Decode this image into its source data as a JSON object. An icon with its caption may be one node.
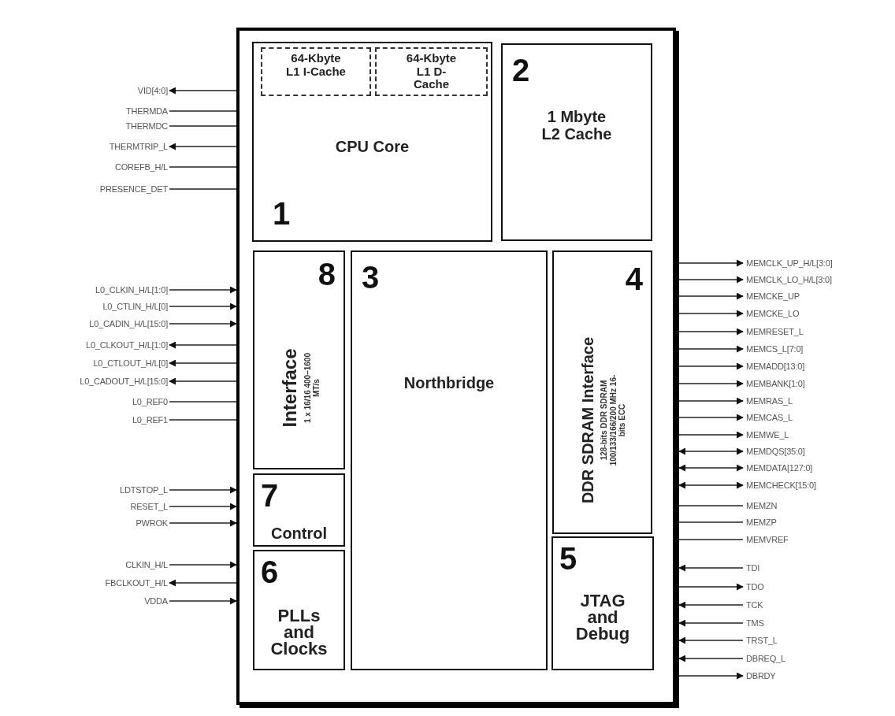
{
  "diagram": {
    "nodes": [
      {
        "text": [],
        "shape": "box"
      },
      {
        "text": [
          "1",
          "CPU Core"
        ],
        "in": 0
      },
      {
        "text": [
          "64-Kbyte L1 I-Cache"
        ],
        "in": 1
      },
      {
        "text": [
          "64-Kbyte L1 D-Cache"
        ],
        "in": 1
      },
      {
        "text": [
          "2",
          "1 Mbyte L2 Cache"
        ],
        "in": 0
      },
      {
        "text": [
          "8",
          "Interface",
          "1 x 16/16 400–1600 MT/s"
        ],
        "in": 0
      },
      {
        "text": [
          "3",
          "Northbridge"
        ],
        "in": 0
      },
      {
        "text": [
          "4",
          "DDR SDRAM Interface",
          "128-bits DDR SDRAM 100/133/166/200 MHz 16-bits ECC"
        ],
        "in": 0
      },
      {
        "text": [
          "7",
          "Control"
        ],
        "in": 0
      },
      {
        "text": [
          "6",
          "PLLs and Clocks"
        ],
        "in": 0
      },
      {
        "text": [
          "5",
          "JTAG and Debug"
        ],
        "in": 0
      },
      {
        "text": [
          "VID[4:0]"
        ]
      },
      {
        "text": [
          "THERMDA"
        ]
      },
      {
        "text": [
          "THERMDC"
        ]
      },
      {
        "text": [
          "THERMTRIP_L"
        ]
      },
      {
        "text": [
          "COREFB_H/L"
        ]
      },
      {
        "text": [
          "PRESENCE_DET"
        ]
      },
      {
        "text": [
          "L0_CLKIN_H/L[1:0]"
        ]
      },
      {
        "text": [
          "L0_CTLIN_H/L[0]"
        ]
      },
      {
        "text": [
          "L0_CADIN_H/L[15:0]"
        ]
      },
      {
        "text": [
          "L0_CLKOUT_H/L[1:0]"
        ]
      },
      {
        "text": [
          "L0_CTLOUT_H/L[0]"
        ]
      },
      {
        "text": [
          "L0_CADOUT_H/L[15:0]"
        ]
      },
      {
        "text": [
          "L0_REF0"
        ]
      },
      {
        "text": [
          "L0_REF1"
        ]
      },
      {
        "text": [
          "LDTSTOP_L"
        ]
      },
      {
        "text": [
          "RESET_L"
        ]
      },
      {
        "text": [
          "PWROK"
        ]
      },
      {
        "text": [
          "CLKIN_H/L"
        ]
      },
      {
        "text": [
          "FBCLKOUT_H/L"
        ]
      },
      {
        "text": [
          "VDDA"
        ]
      },
      {
        "text": [
          "MEMCLK_UP_H/L[3:0]"
        ]
      },
      {
        "text": [
          "MEMCLK_LO_H/L[3:0]"
        ]
      },
      {
        "text": [
          "MEMCKE_UP"
        ]
      },
      {
        "text": [
          "MEMCKE_LO"
        ]
      },
      {
        "text": [
          "MEMRESET_L"
        ]
      },
      {
        "text": [
          "MEMCS_L[7:0]"
        ]
      },
      {
        "text": [
          "MEMADD[13:0]"
        ]
      },
      {
        "text": [
          "MEMBANK[1:0]"
        ]
      },
      {
        "text": [
          "MEMRAS_L"
        ]
      },
      {
        "text": [
          "MEMCAS_L"
        ]
      },
      {
        "text": [
          "MEMWE_L"
        ]
      },
      {
        "text": [
          "MEMDQS[35:0]"
        ]
      },
      {
        "text": [
          "MEMDATA[127:0]"
        ]
      },
      {
        "text": [
          "MEMCHECK[15:0]"
        ]
      },
      {
        "text": [
          "MEMZN"
        ]
      },
      {
        "text": [
          "MEMZP"
        ]
      },
      {
        "text": [
          "MEMVREF"
        ]
      },
      {
        "text": [
          "TDI"
        ]
      },
      {
        "text": [
          "TDO"
        ]
      },
      {
        "text": [
          "TCK"
        ]
      },
      {
        "text": [
          "TMS"
        ]
      },
      {
        "text": [
          "TRST_L"
        ]
      },
      {
        "text": [
          "DBREQ_L"
        ]
      },
      {
        "text": [
          "DBRDY"
        ]
      }
    ],
    "edges": [
      {
        "from": 0,
        "to": 11,
        "arrow": "to"
      },
      {
        "from": 12,
        "to": 0,
        "arrow": "none"
      },
      {
        "from": 13,
        "to": 0,
        "arrow": "none"
      },
      {
        "from": 0,
        "to": 14,
        "arrow": "to"
      },
      {
        "from": 15,
        "to": 0,
        "arrow": "none"
      },
      {
        "from": 16,
        "to": 0,
        "arrow": "none"
      },
      {
        "from": 17,
        "to": 0,
        "arrow": "to"
      },
      {
        "from": 18,
        "to": 0,
        "arrow": "to"
      },
      {
        "from": 19,
        "to": 0,
        "arrow": "to"
      },
      {
        "from": 0,
        "to": 20,
        "arrow": "to"
      },
      {
        "from": 0,
        "to": 21,
        "arrow": "to"
      },
      {
        "from": 0,
        "to": 22,
        "arrow": "to"
      },
      {
        "from": 23,
        "to": 0,
        "arrow": "none"
      },
      {
        "from": 24,
        "to": 0,
        "arrow": "none"
      },
      {
        "from": 25,
        "to": 0,
        "arrow": "to"
      },
      {
        "from": 26,
        "to": 0,
        "arrow": "to"
      },
      {
        "from": 27,
        "to": 0,
        "arrow": "to"
      },
      {
        "from": 28,
        "to": 0,
        "arrow": "to"
      },
      {
        "from": 0,
        "to": 29,
        "arrow": "to"
      },
      {
        "from": 30,
        "to": 0,
        "arrow": "to"
      },
      {
        "from": 0,
        "to": 31,
        "arrow": "to"
      },
      {
        "from": 0,
        "to": 32,
        "arrow": "to"
      },
      {
        "from": 0,
        "to": 33,
        "arrow": "to"
      },
      {
        "from": 0,
        "to": 34,
        "arrow": "to"
      },
      {
        "from": 0,
        "to": 35,
        "arrow": "to"
      },
      {
        "from": 0,
        "to": 36,
        "arrow": "to"
      },
      {
        "from": 0,
        "to": 37,
        "arrow": "to"
      },
      {
        "from": 0,
        "to": 38,
        "arrow": "to"
      },
      {
        "from": 0,
        "to": 39,
        "arrow": "to"
      },
      {
        "from": 0,
        "to": 40,
        "arrow": "to"
      },
      {
        "from": 0,
        "to": 41,
        "arrow": "to"
      },
      {
        "from": 0,
        "to": 42,
        "arrow": "both"
      },
      {
        "from": 0,
        "to": 43,
        "arrow": "both"
      },
      {
        "from": 0,
        "to": 44,
        "arrow": "both"
      },
      {
        "from": 45,
        "to": 0,
        "arrow": "none"
      },
      {
        "from": 46,
        "to": 0,
        "arrow": "none"
      },
      {
        "from": 47,
        "to": 0,
        "arrow": "none"
      },
      {
        "from": 48,
        "to": 0,
        "arrow": "to"
      },
      {
        "from": 0,
        "to": 49,
        "arrow": "to"
      },
      {
        "from": 50,
        "to": 0,
        "arrow": "to"
      },
      {
        "from": 51,
        "to": 0,
        "arrow": "to"
      },
      {
        "from": 52,
        "to": 0,
        "arrow": "to"
      },
      {
        "from": 53,
        "to": 0,
        "arrow": "to"
      },
      {
        "from": 0,
        "to": 54,
        "arrow": "to"
      }
    ]
  }
}
